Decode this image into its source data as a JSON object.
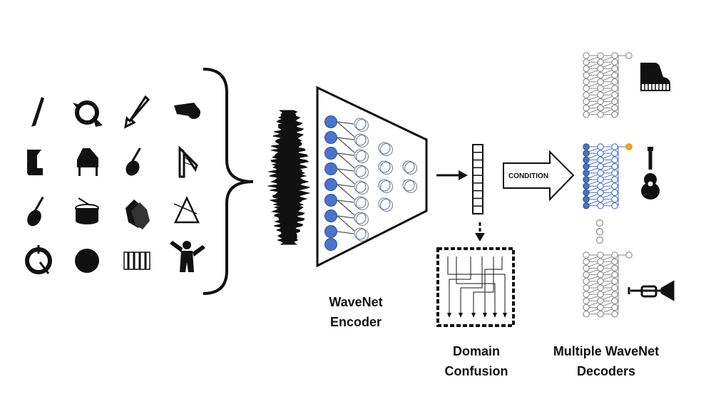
{
  "labels": {
    "encoder_line1": "WaveNet",
    "encoder_line2": "Encoder",
    "confusion_line1": "Domain",
    "confusion_line2": "Confusion",
    "decoders_line1": "Multiple WaveNet",
    "decoders_line2": "Decoders",
    "condition": "CONDITION"
  },
  "instruments": [
    "clarinet",
    "french-horn",
    "trumpet",
    "whistle",
    "tuba",
    "grand-piano",
    "violin",
    "harp",
    "cello",
    "snare-drum",
    "clapping-hands",
    "triangle",
    "timpani",
    "tambourine",
    "xylophone",
    "conductor"
  ],
  "decoders": [
    {
      "name": "piano-decoder",
      "instrument": "grand-piano",
      "active": false
    },
    {
      "name": "guitar-decoder",
      "instrument": "acoustic-guitar",
      "active": true
    },
    {
      "name": "trumpet-decoder",
      "instrument": "trumpet",
      "active": false
    }
  ],
  "colors": {
    "ink": "#111111",
    "node_blue": "#4a74c9",
    "node_gray": "#8a8a8a",
    "output_orange": "#f5a623"
  }
}
